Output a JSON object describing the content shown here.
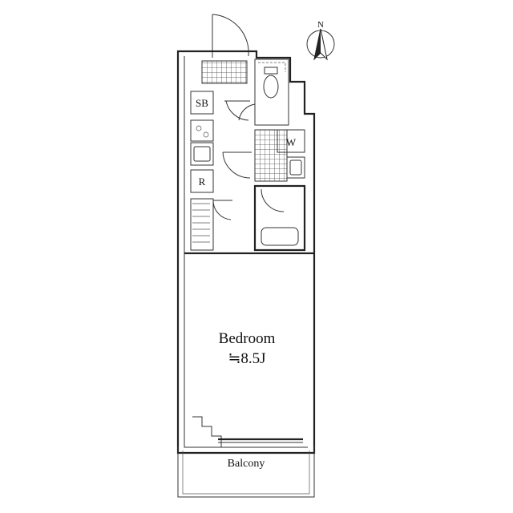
{
  "compass": {
    "label": "N"
  },
  "rooms": {
    "bedroom": {
      "name": "Bedroom",
      "size": "≒8.5J"
    },
    "balcony": {
      "name": "Balcony"
    }
  },
  "fixtures": {
    "shoe_box": "SB",
    "refrigerator": "R",
    "washer": "W"
  }
}
